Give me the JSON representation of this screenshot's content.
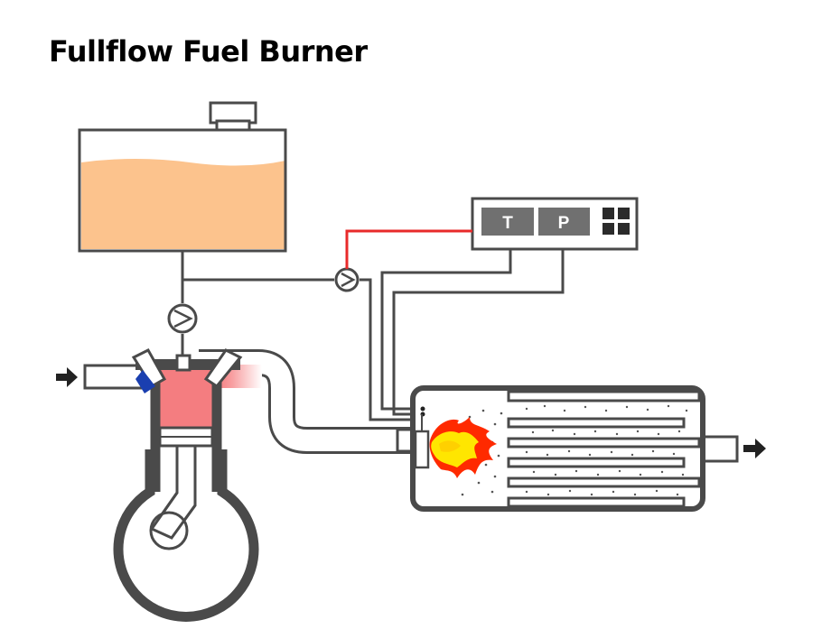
{
  "title": "Fullflow Fuel Burner",
  "controller": {
    "temperature_label": "T",
    "pressure_label": "P"
  },
  "colors": {
    "outline": "#4a4a4a",
    "fuel": "#fcc38d",
    "combustion_chamber": "#f47d80",
    "signal_line": "#e82a2a",
    "injector_tip": "#1a3fb0",
    "flame_outer": "#ff2a00",
    "flame_inner": "#ffe600",
    "display_box": "#707070"
  }
}
